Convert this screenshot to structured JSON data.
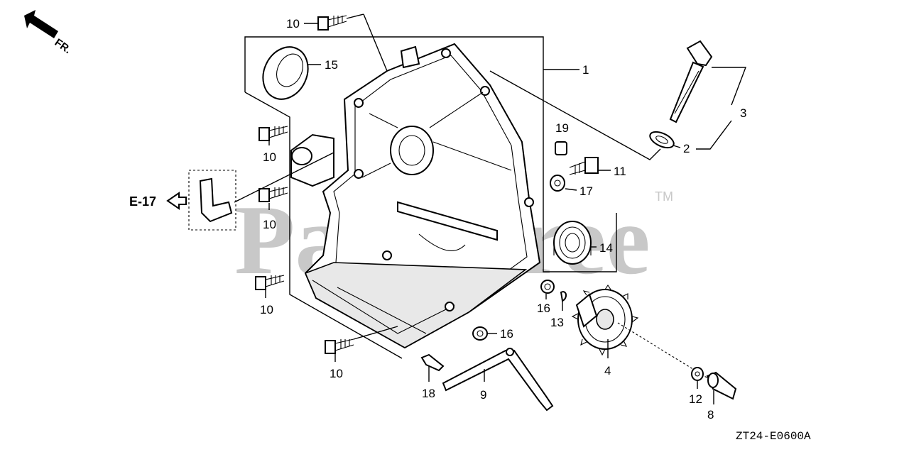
{
  "diagram": {
    "drawing_code": "ZT24-E0600A",
    "front_indicator": "FR.",
    "reference": "E-17",
    "watermark": "PartsTree",
    "trademark": "TM",
    "callouts": {
      "c1": "1",
      "c2": "2",
      "c3": "3",
      "c4": "4",
      "c8": "8",
      "c9": "9",
      "c10a": "10",
      "c10b": "10",
      "c10c": "10",
      "c10d": "10",
      "c10e": "10",
      "c11": "11",
      "c12": "12",
      "c13": "13",
      "c14": "14",
      "c15": "15",
      "c16a": "16",
      "c16b": "16",
      "c17": "17",
      "c18": "18",
      "c19": "19"
    }
  }
}
